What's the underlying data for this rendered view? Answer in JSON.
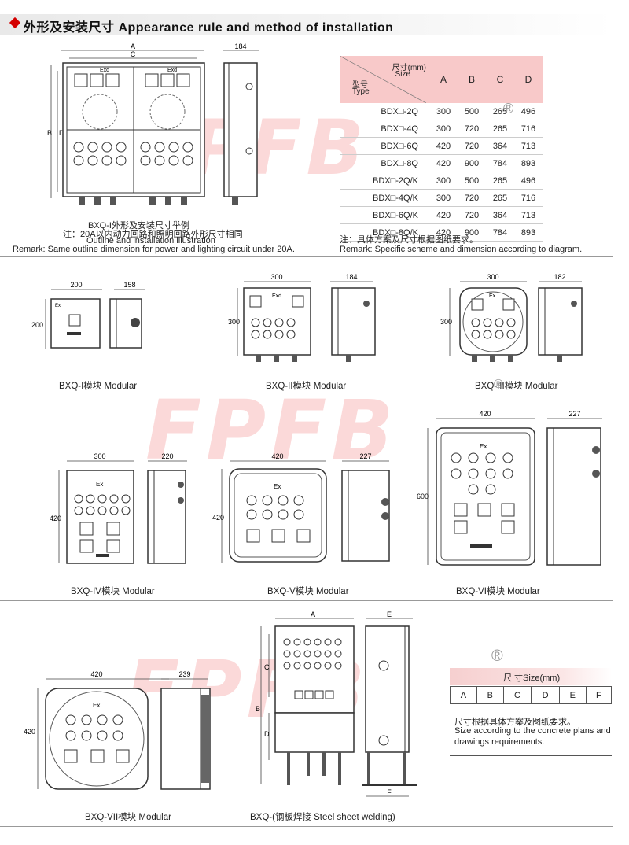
{
  "header": {
    "title": "外形及安装尺寸 Appearance rule and method of installation"
  },
  "watermark": "FPFB",
  "main_figure": {
    "dims": {
      "a": "A",
      "c": "C",
      "b": "B",
      "d": "D",
      "side": "184"
    },
    "exd": "Exd",
    "caption_cn": "BXQ-I外形及安装尺寸举例",
    "note_cn": "注：20A以内动力回路和照明回路外形尺寸相同",
    "caption_en": "Outline and installation illustration",
    "remark_en": "Remark: Same outline dimension for power and lighting circuit under 20A."
  },
  "spec_table": {
    "size_label": "尺寸(mm)",
    "size_label_en": "Size",
    "type_label": "型号",
    "type_label_en": "Type",
    "columns": [
      "A",
      "B",
      "C",
      "D"
    ],
    "rows": [
      {
        "type": "BDX□-2Q",
        "values": [
          "300",
          "500",
          "265",
          "496"
        ]
      },
      {
        "type": "BDX□-4Q",
        "values": [
          "300",
          "720",
          "265",
          "716"
        ]
      },
      {
        "type": "BDX□-6Q",
        "values": [
          "420",
          "720",
          "364",
          "713"
        ]
      },
      {
        "type": "BDX□-8Q",
        "values": [
          "420",
          "900",
          "784",
          "893"
        ]
      },
      {
        "type": "BDX□-2Q/K",
        "values": [
          "300",
          "500",
          "265",
          "496"
        ]
      },
      {
        "type": "BDX□-4Q/K",
        "values": [
          "300",
          "720",
          "265",
          "716"
        ]
      },
      {
        "type": "BDX□-6Q/K",
        "values": [
          "420",
          "720",
          "364",
          "713"
        ]
      },
      {
        "type": "BDX□-8Q/K",
        "values": [
          "420",
          "900",
          "784",
          "893"
        ]
      }
    ],
    "note_cn": "注：具体方案及尺寸根据图纸要求。",
    "remark_en": "Remark: Specific scheme and dimension according to diagram."
  },
  "modules": [
    {
      "caption": "BXQ-I模块 Modular",
      "width": "200",
      "height": "200",
      "depth": "158",
      "label": "Ex"
    },
    {
      "caption": "BXQ-II模块 Modular",
      "width": "300",
      "height": "300",
      "depth": "184",
      "label": "Exd"
    },
    {
      "caption": "BXQ-III模块 Modular",
      "width": "300",
      "height": "300",
      "depth": "182",
      "label": "Ex"
    },
    {
      "caption": "BXQ-IV模块 Modular",
      "width": "300",
      "height": "420",
      "depth": "220",
      "label": "Ex"
    },
    {
      "caption": "BXQ-V模块 Modular",
      "width": "420",
      "height": "420",
      "depth": "227",
      "label": "Ex"
    },
    {
      "caption": "BXQ-VI模块 Modular",
      "width": "420",
      "height": "600",
      "depth": "227",
      "label": "Ex"
    },
    {
      "caption": "BXQ-VII模块 Modular",
      "width": "420",
      "height": "420",
      "depth": "239",
      "label": "Ex"
    }
  ],
  "steel": {
    "caption": "BXQ-(钢板焊接 Steel sheet welding)",
    "dims": [
      "A",
      "B",
      "C",
      "D",
      "E",
      "F"
    ]
  },
  "size_table": {
    "title": "尺 寸Size(mm)",
    "columns": [
      "A",
      "B",
      "C",
      "D",
      "E",
      "F"
    ],
    "note_cn": "尺寸根据具体方案及图纸要求。",
    "note_en_1": "Size according to the concrete plans and",
    "note_en_2": "drawings requirements."
  },
  "registered": "®",
  "colors": {
    "accent": "#d40000",
    "table_header": "#f8c9c9",
    "watermark": "#f07878"
  }
}
